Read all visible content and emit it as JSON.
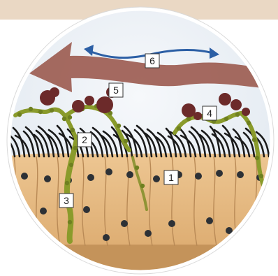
{
  "diagram": {
    "labels": [
      {
        "id": "1",
        "text": "1"
      },
      {
        "id": "2",
        "text": "2"
      },
      {
        "id": "3",
        "text": "3"
      },
      {
        "id": "4",
        "text": "4"
      },
      {
        "id": "5",
        "text": "5"
      },
      {
        "id": "6",
        "text": "6"
      }
    ]
  },
  "colors": {
    "background_sky": "#edf2f7",
    "background_top": "#e6d7c6",
    "circle_border": "#ffffff",
    "cell_body": "#e4b77f",
    "cell_outline": "#b98a56",
    "nucleus": "#2d3136",
    "cilia": "#1a1a1a",
    "mucus_green": "#8a9b2b",
    "mucus_dark": "#5e6d19",
    "particle": "#6c2a2a",
    "flow_arrow": "#9b5a4f",
    "double_arrow": "#2c5fa5",
    "label_box_fill": "#ffffff",
    "label_box_stroke": "#333333"
  }
}
